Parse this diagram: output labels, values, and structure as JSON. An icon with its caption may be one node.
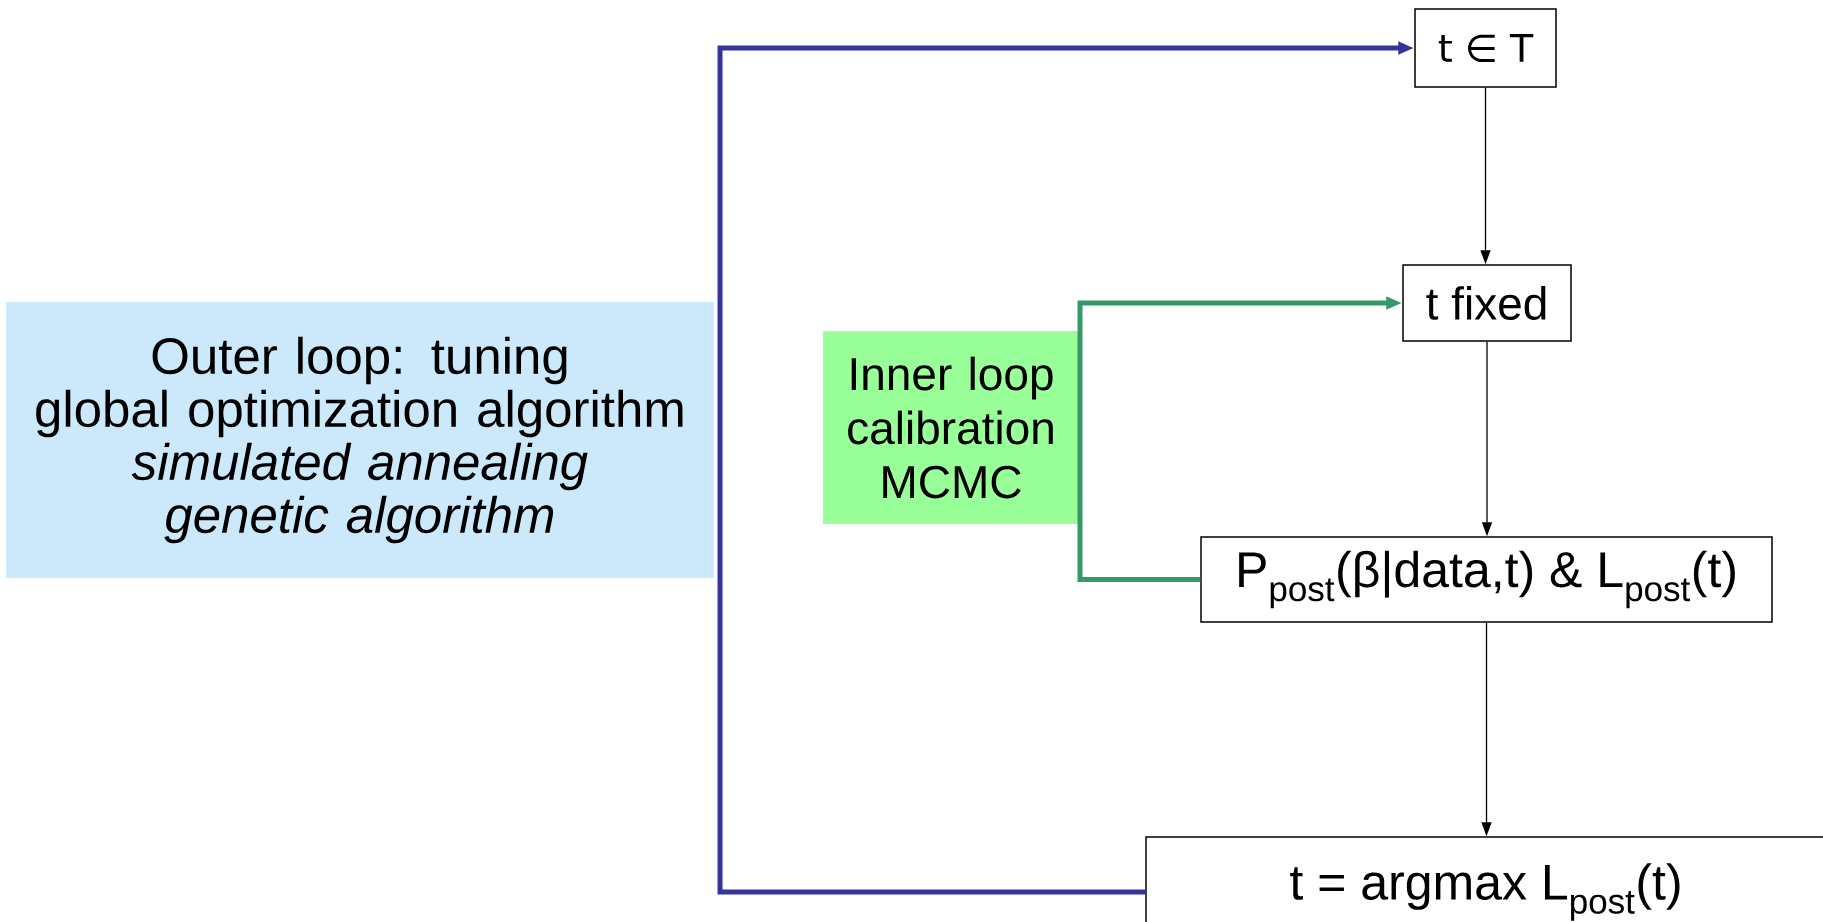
{
  "diagram": {
    "nodes": [
      {
        "text": [
          "Outer loop: tuning",
          "global optimization algorithm",
          "simulated annealing",
          "genetic algorithm"
        ]
      },
      {
        "text": [
          "Inner loop calibration MCMC"
        ]
      },
      {
        "text": [
          "t ∈ T"
        ]
      },
      {
        "text": [
          "t fixed"
        ]
      },
      {
        "text": [
          "P$_{post}$(β|data,t) & L$_{post}$(t)"
        ]
      },
      {
        "text": [
          "t = argmax L$_{post}$(t)"
        ]
      }
    ],
    "edges": [
      {
        "from": 2,
        "to": 3,
        "arrow": "to"
      },
      {
        "from": 3,
        "to": 4,
        "arrow": "to"
      },
      {
        "from": 4,
        "to": 5,
        "arrow": "to"
      },
      {
        "from": 5,
        "to": 2,
        "arrow": "to",
        "style": "thick",
        "color": "#333399"
      },
      {
        "from": 4,
        "to": 3,
        "arrow": "to",
        "style": "thick",
        "color": "#339966"
      }
    ]
  }
}
